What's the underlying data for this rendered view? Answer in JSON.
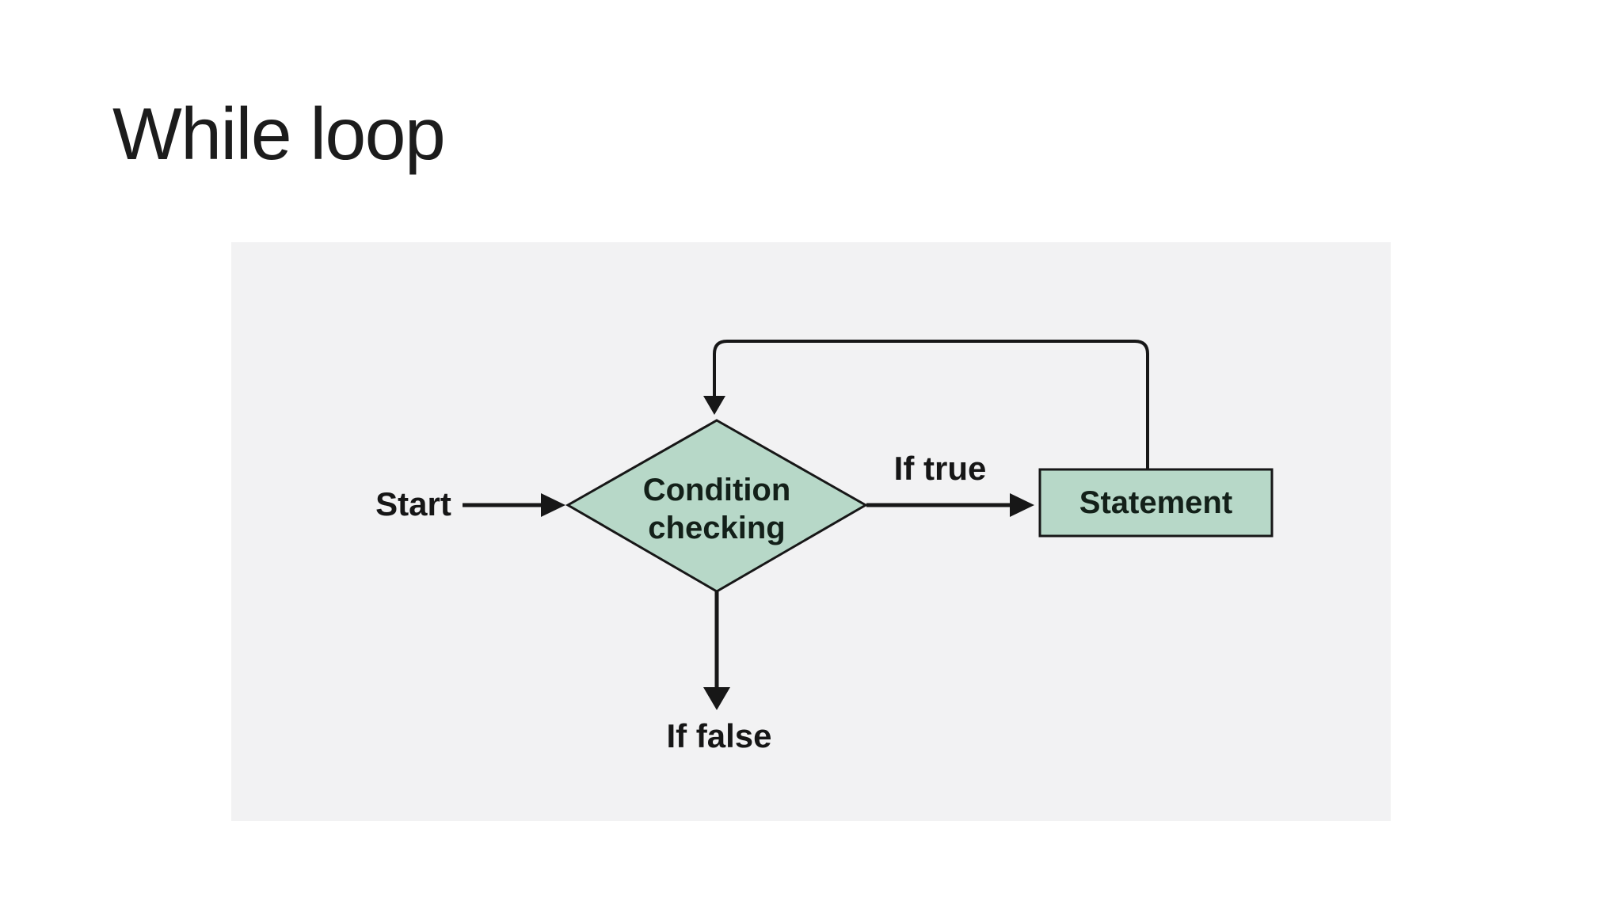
{
  "slide": {
    "title": "While loop"
  },
  "diagram": {
    "nodes": {
      "condition": {
        "shape": "diamond",
        "label_lines": [
          "Condition",
          "checking"
        ]
      },
      "statement": {
        "shape": "rectangle",
        "label": "Statement"
      }
    },
    "labels": {
      "start": "Start",
      "if_true": "If true",
      "if_false": "If false"
    },
    "edges": [
      {
        "from": "start",
        "to": "condition",
        "label": "Start"
      },
      {
        "from": "condition",
        "to": "statement",
        "label": "If true"
      },
      {
        "from": "condition",
        "to": "exit",
        "label": "If false"
      },
      {
        "from": "statement",
        "to": "condition",
        "label": ""
      }
    ]
  },
  "colors": {
    "page-bg": "#ffffff",
    "panel-bg": "#f2f2f3",
    "shape-fill": "#b7d8c8",
    "line-color": "#171717",
    "title-color": "#1c1c1c",
    "label-color": "#161616",
    "shape-text": "#132019"
  }
}
